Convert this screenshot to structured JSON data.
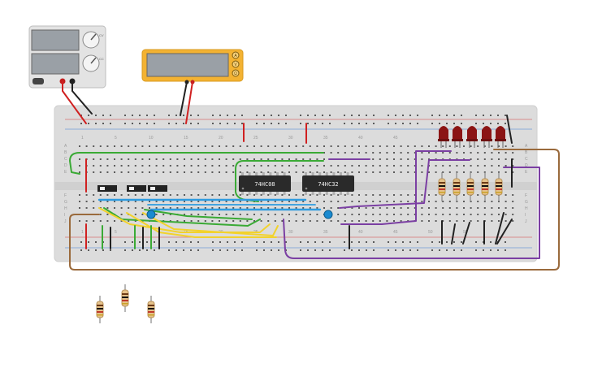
{
  "power_supply": {
    "knob_labels": [
      "CV",
      "CC"
    ]
  },
  "multimeter": {
    "buttons": [
      "A",
      "V",
      "Ω"
    ]
  },
  "breadboard": {
    "top_col_numbers": [
      "1",
      "5",
      "10",
      "15",
      "20",
      "25",
      "30",
      "35",
      "40",
      "45"
    ],
    "bottom_col_numbers": [
      "1",
      "5",
      "15",
      "20",
      "25",
      "30",
      "35",
      "40",
      "45",
      "50",
      "55"
    ],
    "row_letters_left": [
      "A",
      "B",
      "C",
      "D",
      "E",
      "F",
      "G",
      "H",
      "I",
      "J"
    ],
    "row_letters_right": [
      "A",
      "B",
      "C",
      "D",
      "E",
      "F",
      "G",
      "H",
      "I",
      "J"
    ]
  },
  "chips": [
    {
      "name": "74HC08"
    },
    {
      "name": "74HC32"
    }
  ],
  "counts": {
    "leds": 5,
    "breadboard_resistors": 5,
    "loose_resistors": 3,
    "dip_switches": 3
  },
  "colors": {
    "breadboard": "#dcdcdc",
    "rail_red": "#d63a3a",
    "rail_blue": "#3a7fd6",
    "wire_red": "#d02020",
    "wire_green": "#3aaa35",
    "wire_blue": "#2f9ce0",
    "wire_yellow": "#f2d22c",
    "wire_purple": "#7b3fa3",
    "wire_brown": "#9a6a3c",
    "wire_black": "#222222",
    "multimeter_case": "#f3b232",
    "led": "#8b1414"
  }
}
